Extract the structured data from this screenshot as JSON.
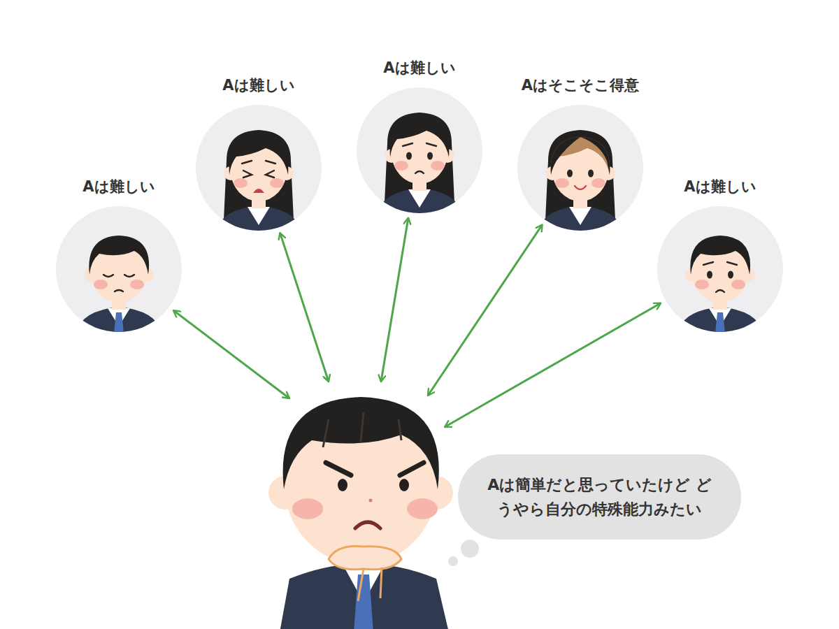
{
  "diagram": {
    "nodes": [
      {
        "text": [
          "Aは難しい"
        ]
      },
      {
        "text": [
          "Aは難しい"
        ]
      },
      {
        "text": [
          "Aは難しい"
        ]
      },
      {
        "text": [
          "Aはそこそこ得意"
        ]
      },
      {
        "text": [
          "Aは難しい"
        ]
      },
      {
        "text": [
          "Aは簡単だと思っていたけど どうやら自分の特殊能力みたい"
        ]
      }
    ],
    "edges": [
      {
        "from": 0,
        "to": 5,
        "arrow": "both"
      },
      {
        "from": 1,
        "to": 5,
        "arrow": "both"
      },
      {
        "from": 2,
        "to": 5,
        "arrow": "both"
      },
      {
        "from": 3,
        "to": 5,
        "arrow": "both"
      },
      {
        "from": 4,
        "to": 5,
        "arrow": "both"
      }
    ]
  }
}
